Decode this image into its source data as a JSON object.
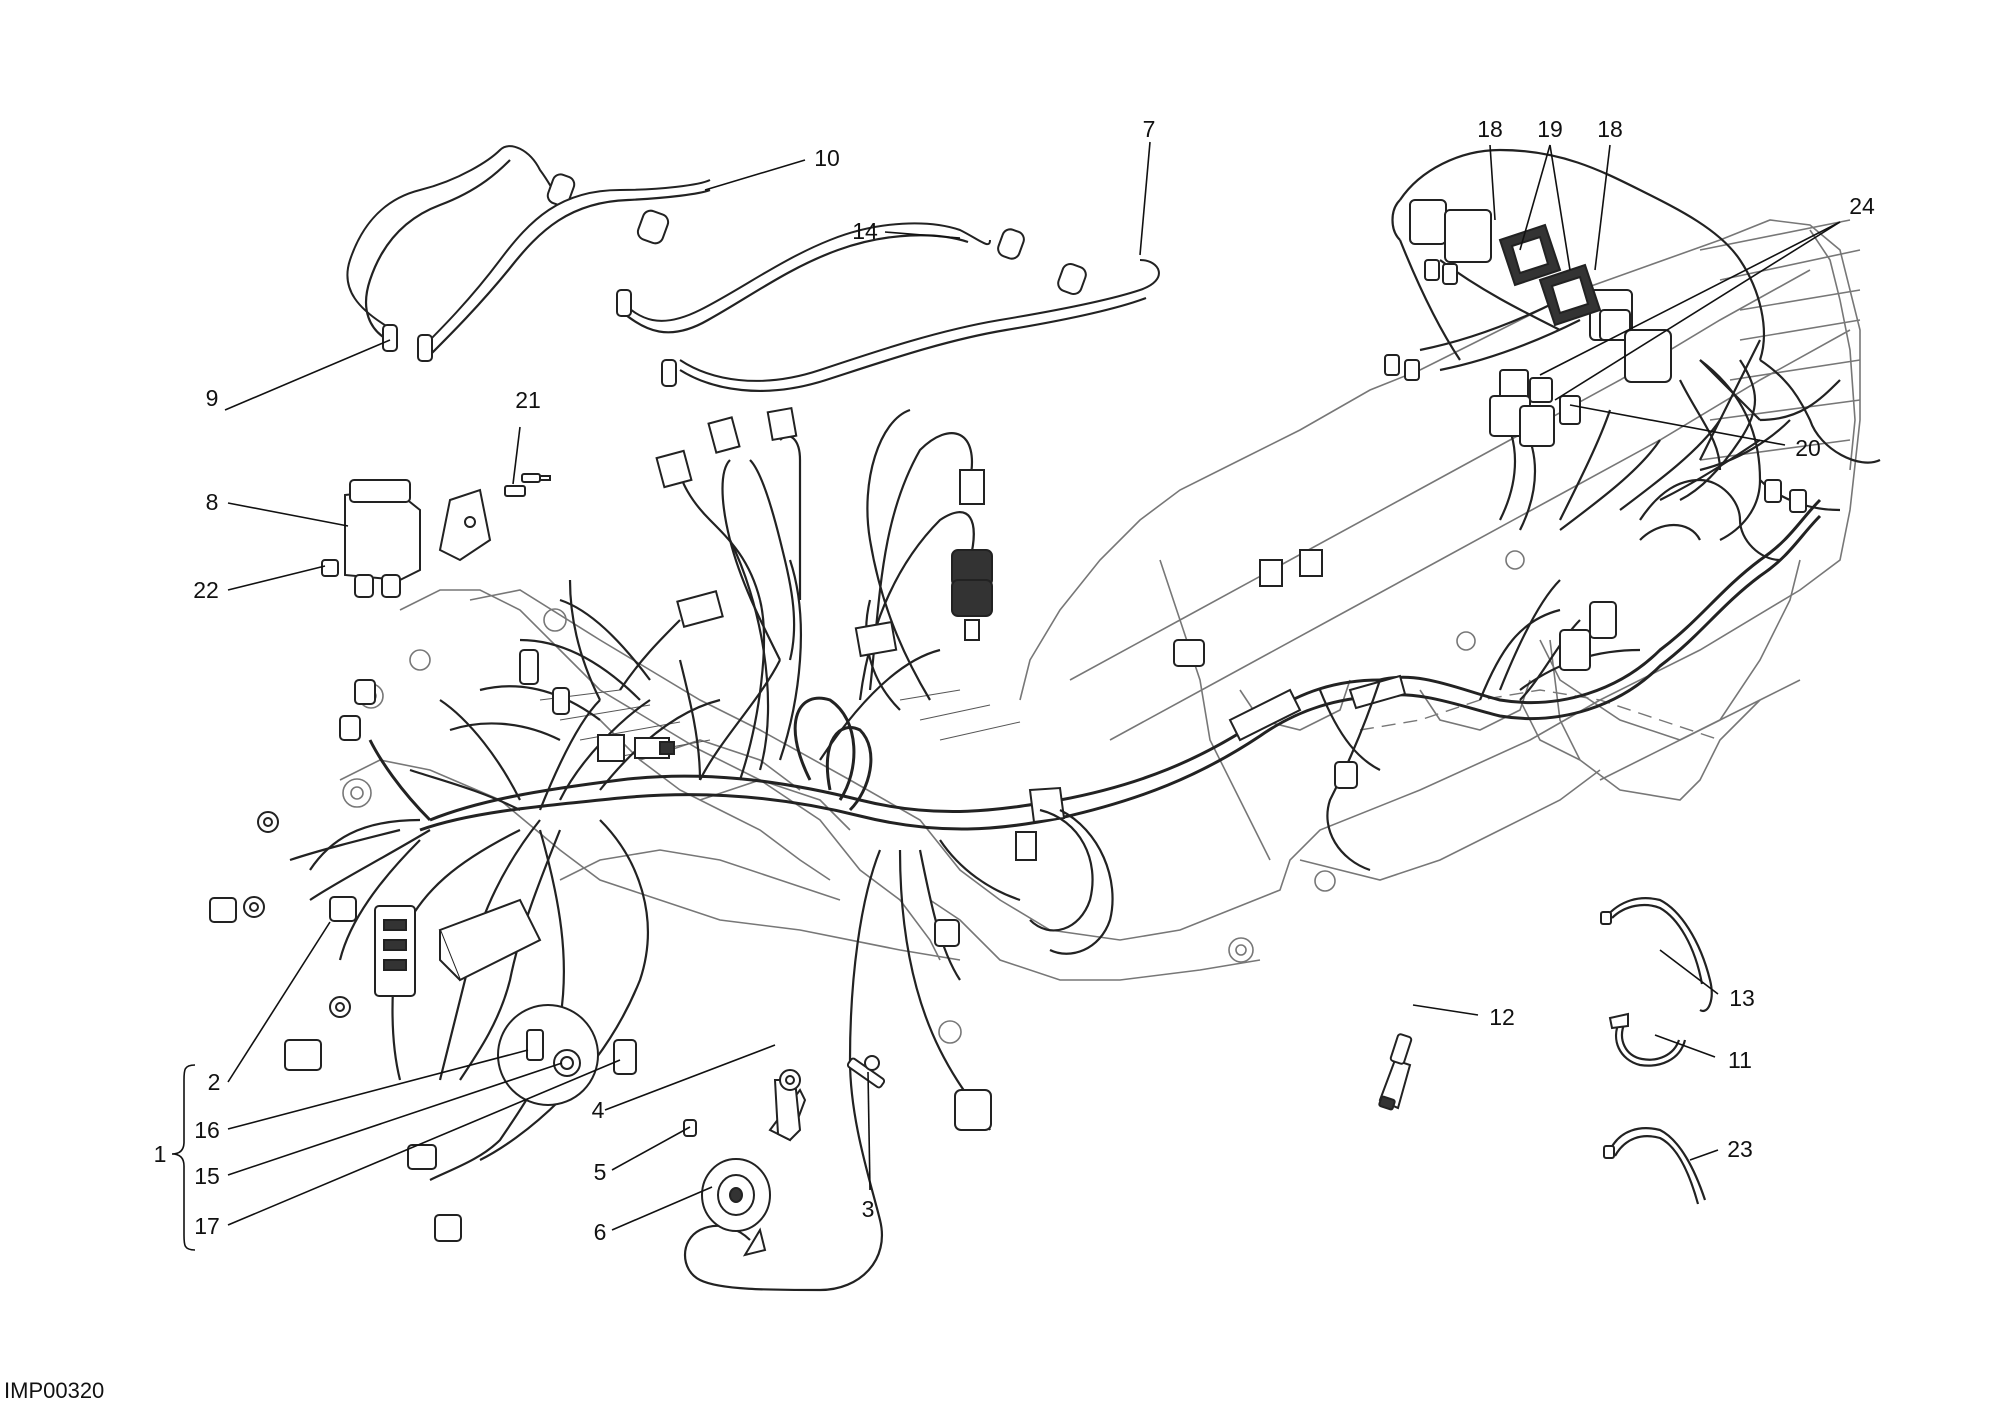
{
  "diagram_code": "IMP00320",
  "callouts": {
    "c1": "1",
    "c2": "2",
    "c3": "3",
    "c4": "4",
    "c5": "5",
    "c6": "6",
    "c7": "7",
    "c8": "8",
    "c9": "9",
    "c10": "10",
    "c11": "11",
    "c12": "12",
    "c13": "13",
    "c14": "14",
    "c15": "15",
    "c16": "16",
    "c17": "17",
    "c18a": "18",
    "c18b": "18",
    "c19": "19",
    "c20": "20",
    "c21": "21",
    "c22": "22",
    "c23": "23",
    "c24": "24"
  }
}
